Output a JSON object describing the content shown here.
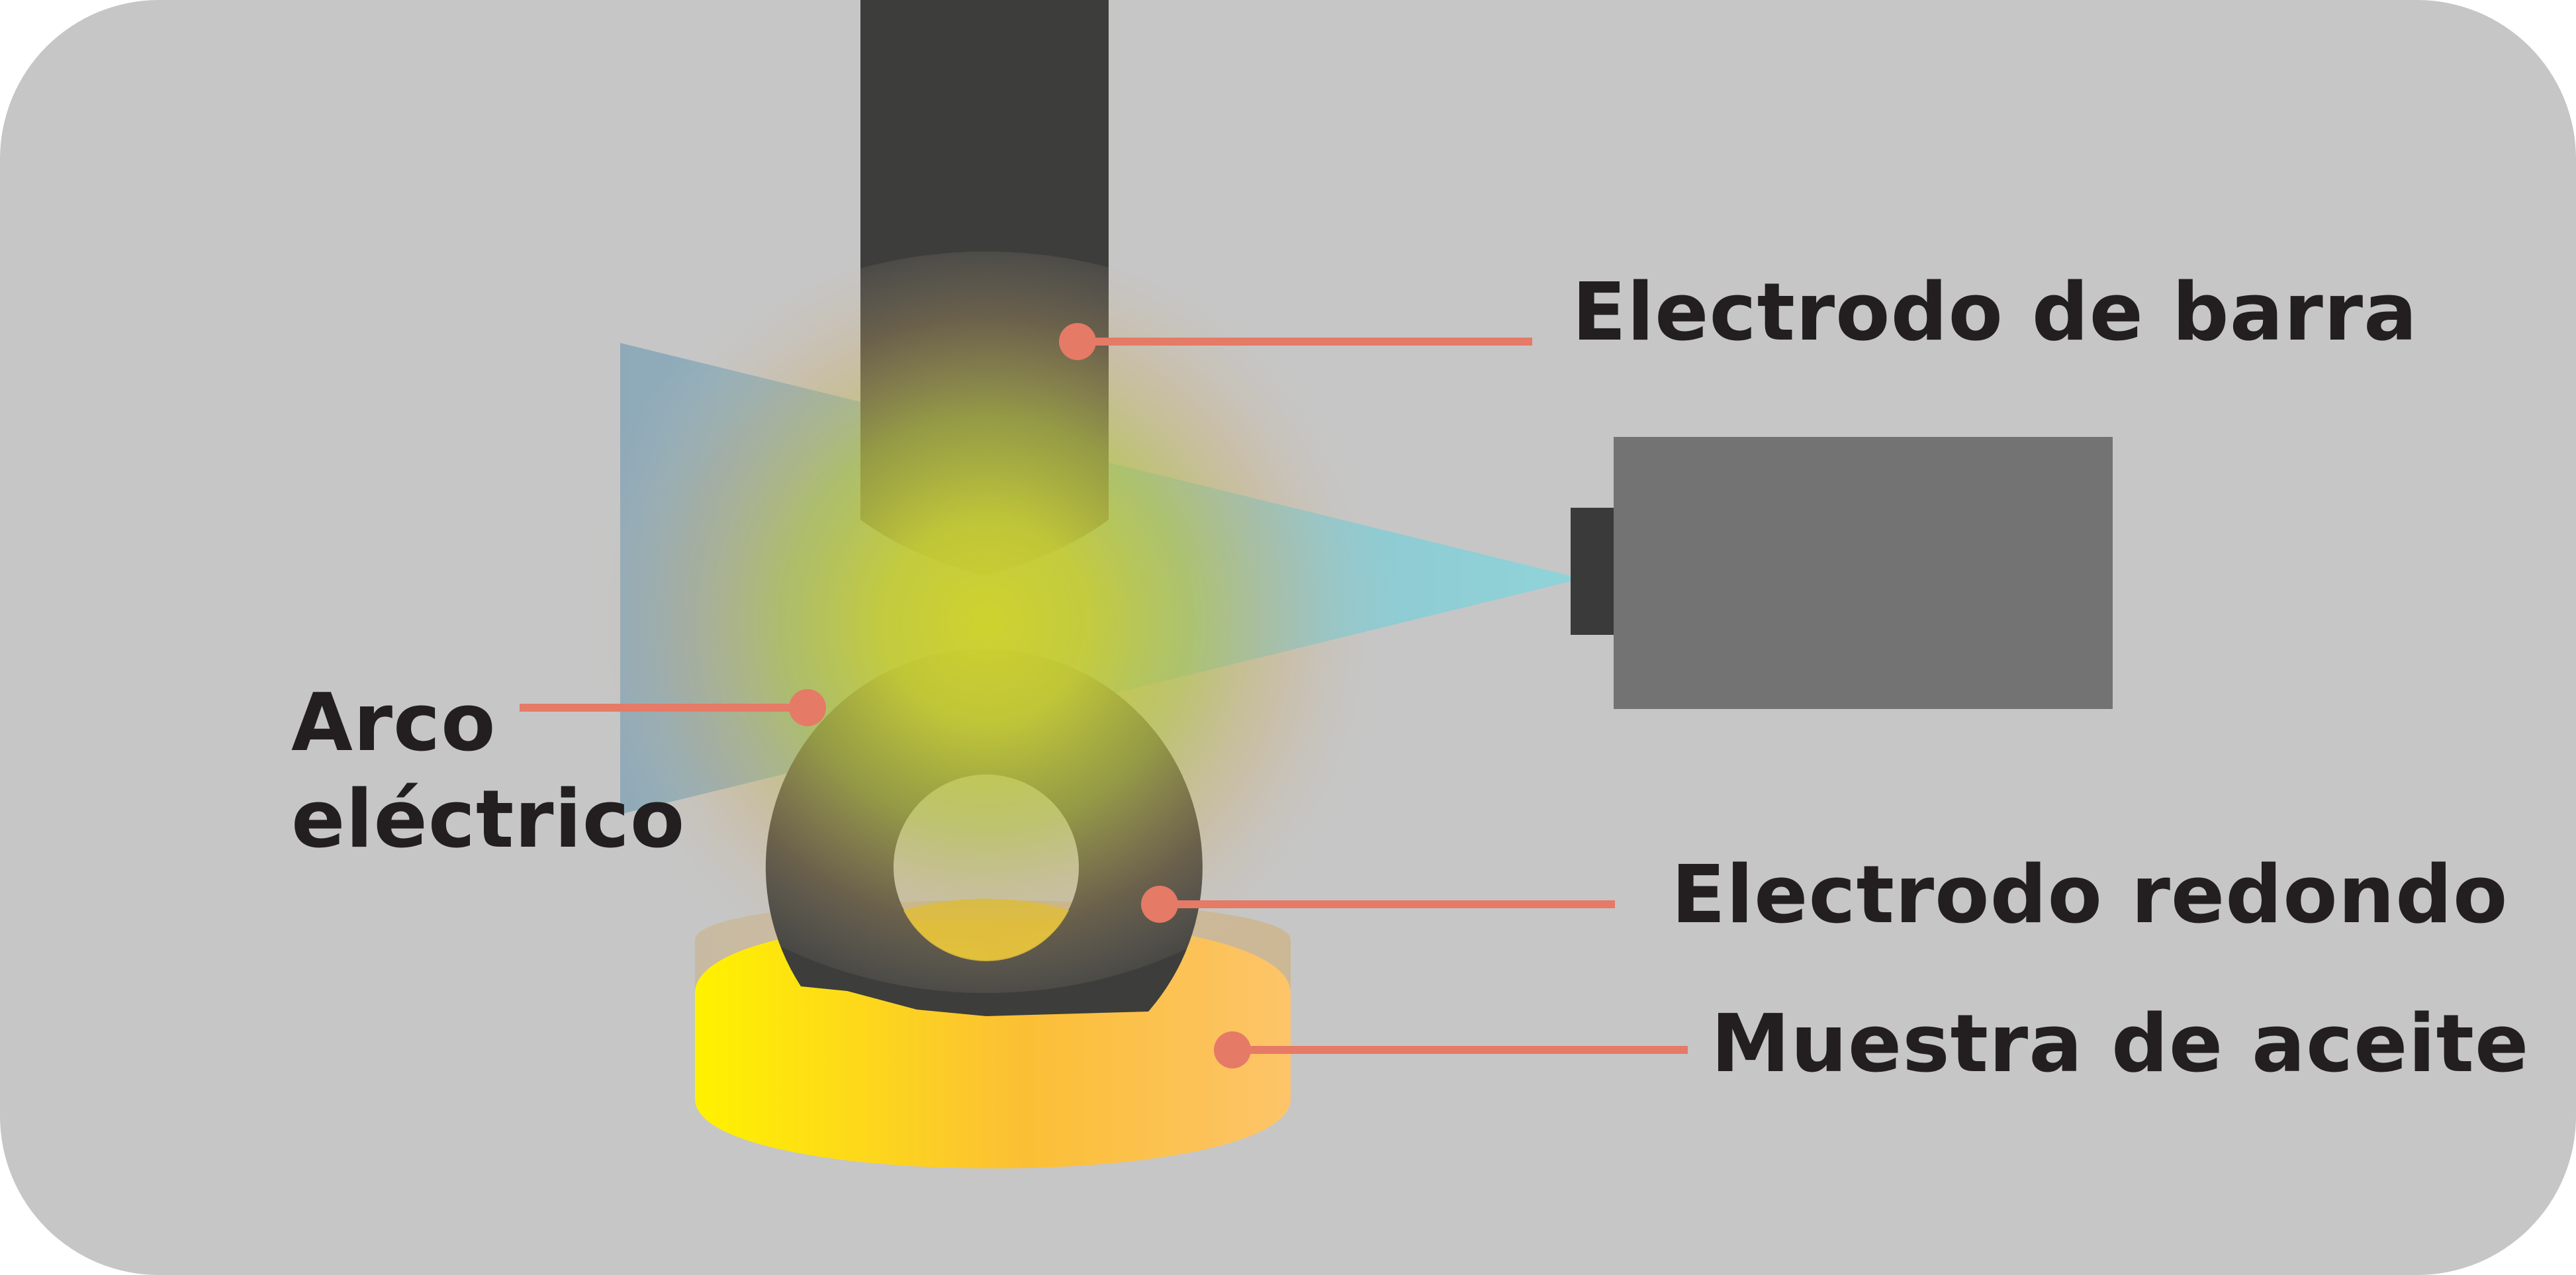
{
  "diagram": {
    "labels": {
      "rod_electrode": "Electrodo de barra",
      "electric_arc_line1": "Arco",
      "electric_arc_line2": "eléctrico",
      "round_electrode": "Electrodo redondo",
      "oil_sample": "Muestra de aceite"
    },
    "colors": {
      "background": "#c6c6c6",
      "electrode": "#3d3d3b",
      "arc_glow": "#ccd030",
      "light_beam": "#8ecfd6",
      "detector_body": "#737373",
      "detector_lens": "#3a3a3a",
      "oil_light": "#fff200",
      "oil_dark": "#fbb040",
      "pointer": "#e57a66",
      "text": "#231f20"
    }
  }
}
